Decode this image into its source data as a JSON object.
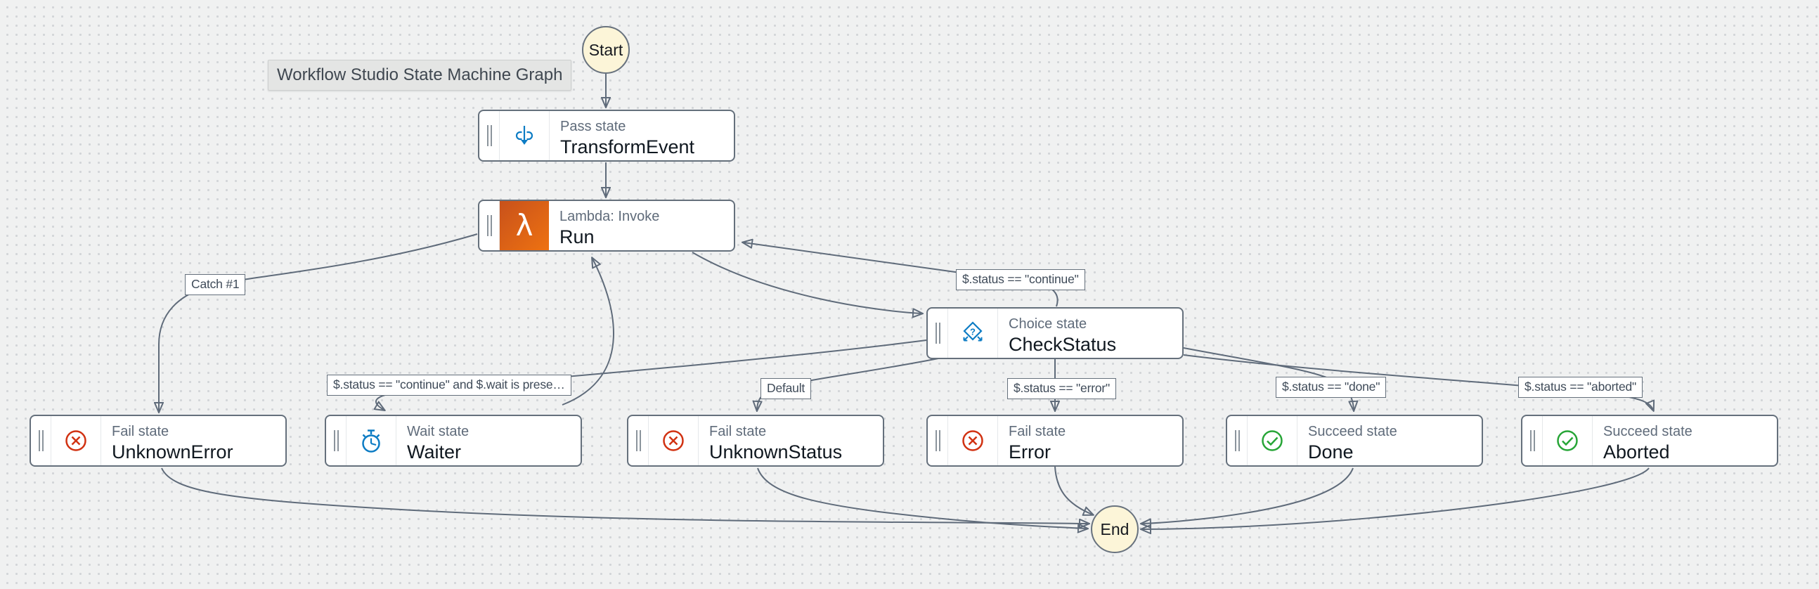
{
  "diagram_tooltip": "Workflow Studio State Machine Graph",
  "terminals": {
    "start_label": "Start",
    "end_label": "End"
  },
  "nodes": {
    "transform_event": {
      "type_label": "Pass state",
      "name": "TransformEvent",
      "icon": "pass-icon"
    },
    "run": {
      "type_label": "Lambda: Invoke",
      "name": "Run",
      "icon": "lambda-icon"
    },
    "check_status": {
      "type_label": "Choice state",
      "name": "CheckStatus",
      "icon": "choice-icon"
    },
    "unknown_error": {
      "type_label": "Fail state",
      "name": "UnknownError",
      "icon": "fail-icon"
    },
    "waiter": {
      "type_label": "Wait state",
      "name": "Waiter",
      "icon": "wait-icon"
    },
    "unknown_status": {
      "type_label": "Fail state",
      "name": "UnknownStatus",
      "icon": "fail-icon"
    },
    "error": {
      "type_label": "Fail state",
      "name": "Error",
      "icon": "fail-icon"
    },
    "done": {
      "type_label": "Succeed state",
      "name": "Done",
      "icon": "succeed-icon"
    },
    "aborted": {
      "type_label": "Succeed state",
      "name": "Aborted",
      "icon": "succeed-icon"
    }
  },
  "edge_labels": {
    "catch1": "Catch #1",
    "continue": "$.status == \"continue\"",
    "wait": "$.status == \"continue\" and $.wait is prese…",
    "default": "Default",
    "error": "$.status == \"error\"",
    "done": "$.status == \"done\"",
    "aborted": "$.status == \"aborted\""
  },
  "edges": [
    {
      "from": "Start",
      "to": "TransformEvent",
      "label": ""
    },
    {
      "from": "TransformEvent",
      "to": "Run",
      "label": ""
    },
    {
      "from": "Run",
      "to": "CheckStatus",
      "label": ""
    },
    {
      "from": "Run",
      "to": "UnknownError",
      "label": "Catch #1"
    },
    {
      "from": "CheckStatus",
      "to": "Run",
      "label": "$.status == \"continue\""
    },
    {
      "from": "CheckStatus",
      "to": "Waiter",
      "label": "$.status == \"continue\" and $.wait is prese…"
    },
    {
      "from": "Waiter",
      "to": "Run",
      "label": ""
    },
    {
      "from": "CheckStatus",
      "to": "UnknownStatus",
      "label": "Default"
    },
    {
      "from": "CheckStatus",
      "to": "Error",
      "label": "$.status == \"error\""
    },
    {
      "from": "CheckStatus",
      "to": "Done",
      "label": "$.status == \"done\""
    },
    {
      "from": "CheckStatus",
      "to": "Aborted",
      "label": "$.status == \"aborted\""
    },
    {
      "from": "UnknownError",
      "to": "End",
      "label": ""
    },
    {
      "from": "UnknownStatus",
      "to": "End",
      "label": ""
    },
    {
      "from": "Error",
      "to": "End",
      "label": ""
    },
    {
      "from": "Done",
      "to": "End",
      "label": ""
    },
    {
      "from": "Aborted",
      "to": "End",
      "label": ""
    }
  ],
  "icons": {
    "lambda_glyph": "λ"
  },
  "colors": {
    "canvas_bg": "#f0f1f1",
    "grid_dot": "#d2d5d8",
    "node_border": "#65707c",
    "edge": "#5f6b7a",
    "state_blue": "#0d7cc4",
    "fail_red": "#d13212",
    "succeed_green": "#27a537",
    "lambda_orange_start": "#c8511b",
    "lambda_orange_end": "#ee7211",
    "terminal_fill": "#fcf5d8",
    "type_text": "#5f6b7a",
    "name_text": "#101820",
    "label_text": "#3f4b59"
  }
}
